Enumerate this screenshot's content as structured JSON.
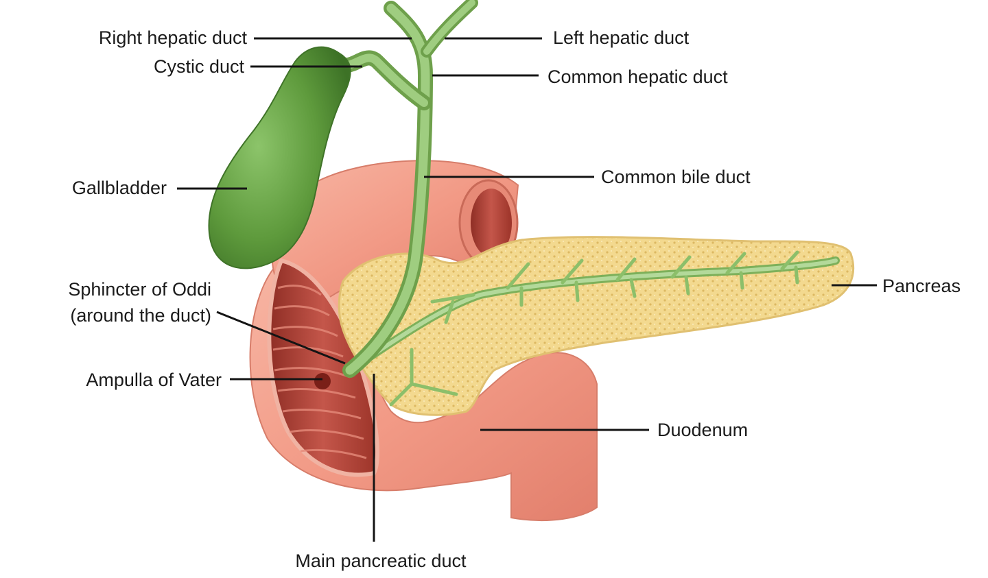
{
  "labels": {
    "right_hepatic_duct": "Right hepatic duct",
    "left_hepatic_duct": "Left hepatic duct",
    "cystic_duct": "Cystic duct",
    "common_hepatic_duct": "Common hepatic duct",
    "gallbladder": "Gallbladder",
    "common_bile_duct": "Common bile duct",
    "pancreas": "Pancreas",
    "sphincter_line1": "Sphincter of Oddi",
    "sphincter_line2": "(around the duct)",
    "ampulla_of_vater": "Ampulla of Vater",
    "duodenum": "Duodenum",
    "main_pancreatic_duct": "Main pancreatic duct"
  },
  "colors": {
    "gallbladder": "#5e9a3c",
    "bile_duct": "#8cbf6a",
    "duodenum": "#f2a08e",
    "duodenum_inner": "#b8473b",
    "pancreas": "#f3d98f",
    "label_text": "#1b1b1b",
    "leader_line": "#141414"
  }
}
